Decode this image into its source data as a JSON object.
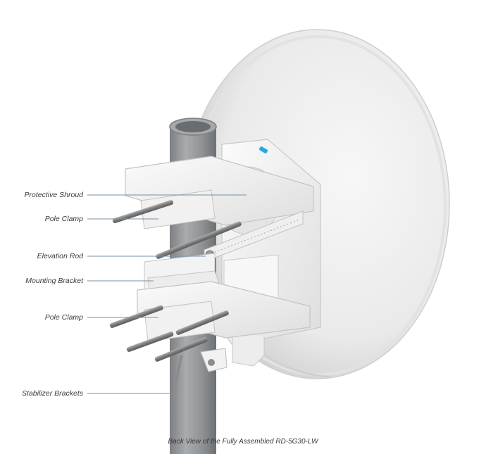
{
  "callouts": [
    {
      "id": "protective-shroud",
      "label": "Protective Shroud"
    },
    {
      "id": "pole-clamp-upper",
      "label": "Pole Clamp"
    },
    {
      "id": "elevation-rod",
      "label": "Elevation Rod"
    },
    {
      "id": "mounting-bracket",
      "label": "Mounting Bracket"
    },
    {
      "id": "pole-clamp-lower",
      "label": "Pole Clamp"
    },
    {
      "id": "stabilizer-brackets",
      "label": "Stabilizer Brackets"
    }
  ],
  "caption": "Back View of the Fully Assembled RD-5G30-LW",
  "colors": {
    "dish": "#f2f2f2",
    "dish_shade": "#dcdcdc",
    "pole": "#8e9193",
    "pole_light": "#b4b7b9",
    "bracket": "#f4f4f4",
    "rod": "#8a8a8a",
    "leader": "#7a8fa0",
    "accent": "#2aa7e0"
  }
}
